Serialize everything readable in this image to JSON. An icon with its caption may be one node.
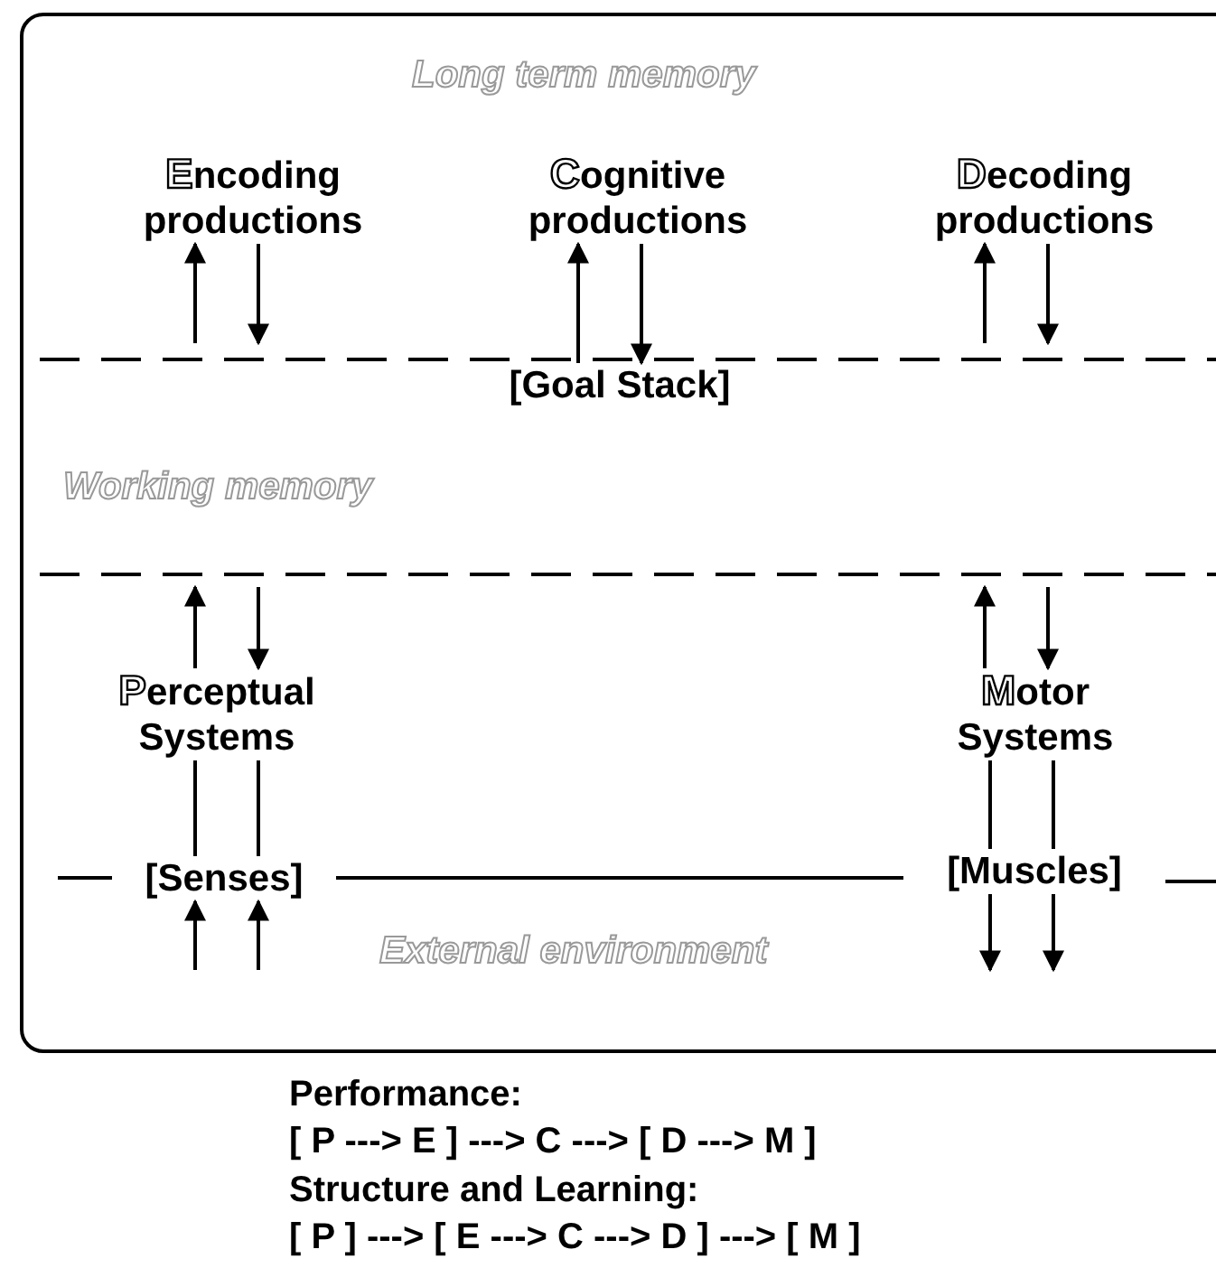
{
  "diagram": {
    "nodes": [
      {
        "text": [
          "Encoding productions"
        ]
      },
      {
        "text": [
          "Cognitive productions"
        ]
      },
      {
        "text": [
          "Decoding productions"
        ]
      },
      {
        "text": [
          "[Goal Stack]"
        ]
      },
      {
        "text": [
          "Perceptual Systems"
        ]
      },
      {
        "text": [
          "Motor Systems"
        ]
      },
      {
        "text": [
          "[Senses]"
        ]
      },
      {
        "text": [
          "[Muscles]"
        ]
      }
    ],
    "edges": [
      {
        "from": null,
        "to": 0,
        "arrow": "to"
      },
      {
        "from": 0,
        "to": null,
        "arrow": "to"
      },
      {
        "from": 3,
        "to": 1,
        "arrow": "to"
      },
      {
        "from": 1,
        "to": 3,
        "arrow": "to"
      },
      {
        "from": null,
        "to": 2,
        "arrow": "to"
      },
      {
        "from": 2,
        "to": null,
        "arrow": "to"
      },
      {
        "from": 4,
        "to": null,
        "arrow": "to"
      },
      {
        "from": null,
        "to": 4,
        "arrow": "to"
      },
      {
        "from": 5,
        "to": null,
        "arrow": "to"
      },
      {
        "from": null,
        "to": 5,
        "arrow": "to"
      },
      {
        "from": 4,
        "to": 6,
        "arrow": "none"
      },
      {
        "from": 4,
        "to": 6,
        "arrow": "none"
      },
      {
        "from": 5,
        "to": 7,
        "arrow": "none"
      },
      {
        "from": 5,
        "to": 7,
        "arrow": "none"
      },
      {
        "from": null,
        "to": 6,
        "arrow": "to"
      },
      {
        "from": null,
        "to": 6,
        "arrow": "to"
      },
      {
        "from": 7,
        "to": null,
        "arrow": "to"
      },
      {
        "from": 7,
        "to": null,
        "arrow": "to"
      },
      {
        "from": 6,
        "to": 7,
        "arrow": "none"
      }
    ],
    "labels": [
      "Long term memory",
      "Working memory",
      "External environment",
      "Performance:",
      "[ P ---> E ] ---> C ---> [ D ---> M ]",
      "Structure and Learning:",
      "[ P ] ---> [ E ---> C ---> D ] ---> [ M ]"
    ]
  }
}
